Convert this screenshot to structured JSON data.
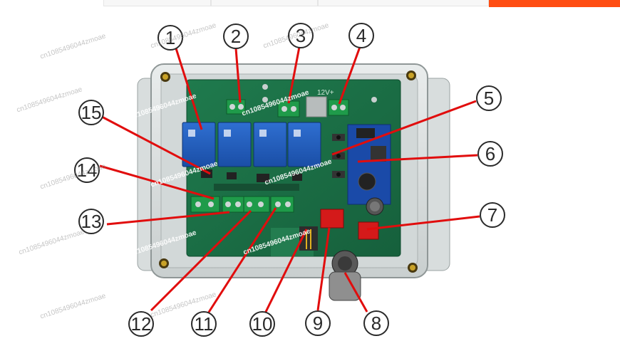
{
  "accent_color": "#ff4d12",
  "callouts": [
    {
      "label": "1"
    },
    {
      "label": "2"
    },
    {
      "label": "3"
    },
    {
      "label": "4"
    },
    {
      "label": "5"
    },
    {
      "label": "6"
    },
    {
      "label": "7"
    },
    {
      "label": "8"
    },
    {
      "label": "9"
    },
    {
      "label": "10"
    },
    {
      "label": "11"
    },
    {
      "label": "12"
    },
    {
      "label": "13"
    },
    {
      "label": "14"
    },
    {
      "label": "15"
    }
  ],
  "watermark": "cn1085496044zmoae",
  "board_text": "12V+"
}
